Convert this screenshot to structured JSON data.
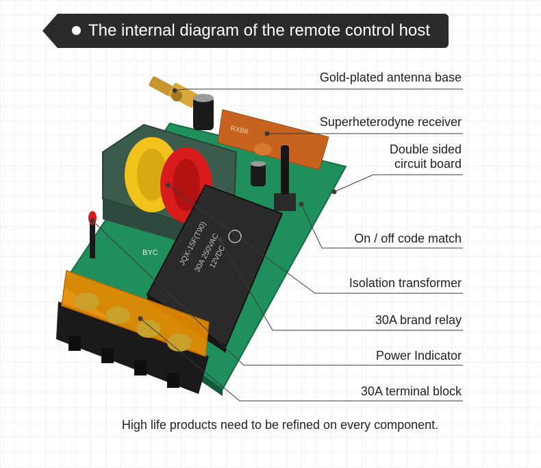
{
  "title": "The internal diagram of the remote control host",
  "callouts": [
    {
      "id": "antenna",
      "label": "Gold-plated antenna base"
    },
    {
      "id": "receiver",
      "label": "Superheterodyne receiver"
    },
    {
      "id": "board",
      "label_lines": [
        "Double sided",
        "circuit board"
      ]
    },
    {
      "id": "codematch",
      "label": "On / off code match"
    },
    {
      "id": "transformer",
      "label": "Isolation transformer"
    },
    {
      "id": "relay",
      "label": "30A brand relay"
    },
    {
      "id": "indicator",
      "label": "Power Indicator"
    },
    {
      "id": "terminal",
      "label": "30A terminal block"
    }
  ],
  "board_markings": {
    "receiver_code": "RXB8",
    "relay_model": "JQX-15F(T90)",
    "relay_rating_1": "30A 250VAC",
    "relay_rating_2": "12VDC",
    "board_text": "BYC"
  },
  "footer": "High life products need to be refined on every component.",
  "colors": {
    "title_bar": "#2b2b2b",
    "pcb": "#1f8f5b",
    "relay": "#2a2a2a",
    "transformer_coil_yellow": "#f2c21a",
    "transformer_coil_red": "#d81c1c",
    "terminal_cover": "#e68a00",
    "antenna_gold": "#c8962e",
    "receiver_module": "#c8621f",
    "leader_line": "#3a3a3a"
  }
}
